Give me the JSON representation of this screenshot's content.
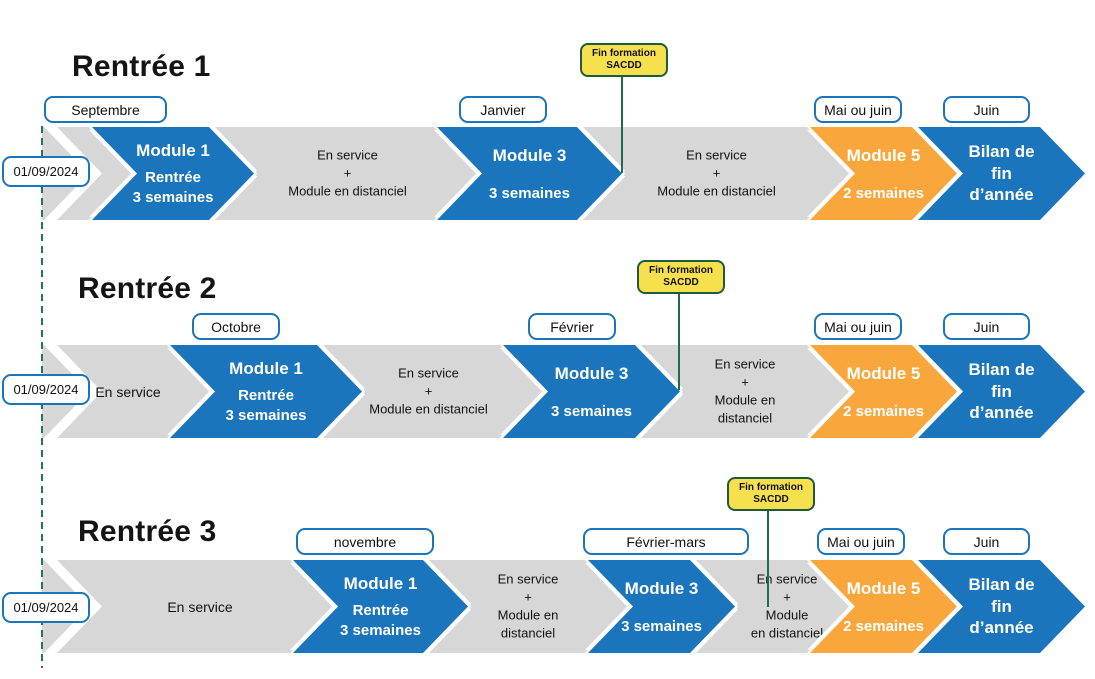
{
  "colors": {
    "module_blue": "#1b75bc",
    "module_orange": "#f9a63c",
    "band_gray": "#d7d7d7",
    "milestone_yellow": "#f6e04e",
    "milestone_border_green": "#1e5b3c",
    "axis_green": "#1e7a52",
    "box_border_blue": "#1b75bc"
  },
  "rows": [
    {
      "title": "Rentrée 1",
      "date": "01/09/2024",
      "months": {
        "module1": "Septembre",
        "module3": "Janvier",
        "module5": "Mai ou juin",
        "bilan": "Juin"
      },
      "lead_text": "",
      "module1": {
        "title": "Module 1",
        "sub1": "Rentrée",
        "sub2": "3 semaines"
      },
      "gap1": [
        "En service",
        "+",
        "Module en distanciel"
      ],
      "module3": {
        "title": "Module 3",
        "sub": "3 semaines"
      },
      "milestone": [
        "Fin formation",
        "SACDD"
      ],
      "gap2": [
        "En service",
        "+",
        "Module en distanciel"
      ],
      "module5": {
        "title": "Module 5",
        "sub": "2 semaines"
      },
      "bilan": [
        "Bilan de",
        "fin",
        "d’année"
      ]
    },
    {
      "title": "Rentrée 2",
      "date": "01/09/2024",
      "months": {
        "module1": "Octobre",
        "module3": "Février",
        "module5": "Mai ou juin",
        "bilan": "Juin"
      },
      "lead_text": "En service",
      "module1": {
        "title": "Module 1",
        "sub1": "Rentrée",
        "sub2": "3 semaines"
      },
      "gap1": [
        "En service",
        "+",
        "Module en distanciel"
      ],
      "module3": {
        "title": "Module 3",
        "sub": "3 semaines"
      },
      "milestone": [
        "Fin formation",
        "SACDD"
      ],
      "gap2": [
        "En service",
        "+",
        "Module en",
        "distanciel"
      ],
      "module5": {
        "title": "Module 5",
        "sub": "2 semaines"
      },
      "bilan": [
        "Bilan de",
        "fin",
        "d’année"
      ]
    },
    {
      "title": "Rentrée 3",
      "date": "01/09/2024",
      "months": {
        "module1": "novembre",
        "module3": "Février-mars",
        "module5": "Mai ou juin",
        "bilan": "Juin"
      },
      "lead_text": "En service",
      "module1": {
        "title": "Module 1",
        "sub1": "Rentrée",
        "sub2": "3 semaines"
      },
      "gap1": [
        "En service",
        "+",
        "Module en",
        "distanciel"
      ],
      "module3": {
        "title": "Module 3",
        "sub": "3 semaines"
      },
      "milestone": [
        "Fin formation",
        "SACDD"
      ],
      "gap2": [
        "En service",
        "+",
        "Module",
        "en distanciel"
      ],
      "module5": {
        "title": "Module 5",
        "sub": "2 semaines"
      },
      "bilan": [
        "Bilan de",
        "fin",
        "d’année"
      ]
    }
  ]
}
